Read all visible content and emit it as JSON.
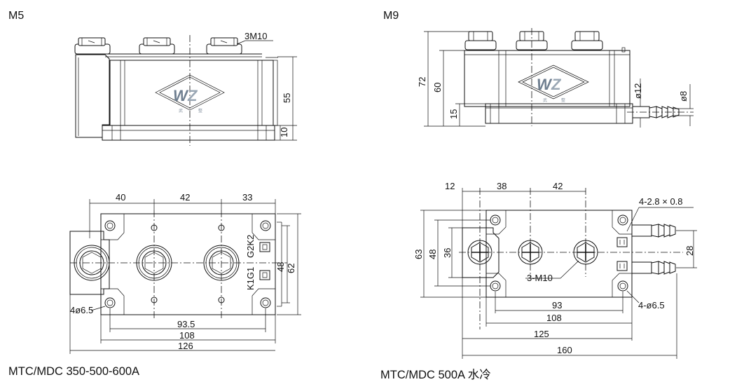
{
  "labels": {
    "m5": "M5",
    "m9": "M9"
  },
  "captions": {
    "left": "MTC/MDC  350-500-600A",
    "right": "MTC/MDC  500A 水冷"
  },
  "logo": {
    "w": "W",
    "z": "Z",
    "sub_left": "武",
    "sub_right": "整"
  },
  "m5_side": {
    "screw": "3M10",
    "h55": "55",
    "h10": "10"
  },
  "m5_top": {
    "d40": "40",
    "d42": "42",
    "d33": "33",
    "d48": "48",
    "d62": "62",
    "holes": "4ø6.5",
    "d93_5": "93.5",
    "d108": "108",
    "d126": "126",
    "g2k2": "G2K2",
    "k1g1": "K1G1"
  },
  "m9_side": {
    "d72": "72",
    "d60": "60",
    "d15": "15",
    "d12": "ø12",
    "d8": "ø8"
  },
  "m9_top": {
    "d12": "12",
    "d38": "38",
    "d42": "42",
    "pins": "4-2.8 × 0.8",
    "d63": "63",
    "d48": "48",
    "d36": "36",
    "d28": "28",
    "screws": "3-M10",
    "holes": "4-ø6.5",
    "d93": "93",
    "d108": "108",
    "d125": "125",
    "d160": "160"
  }
}
